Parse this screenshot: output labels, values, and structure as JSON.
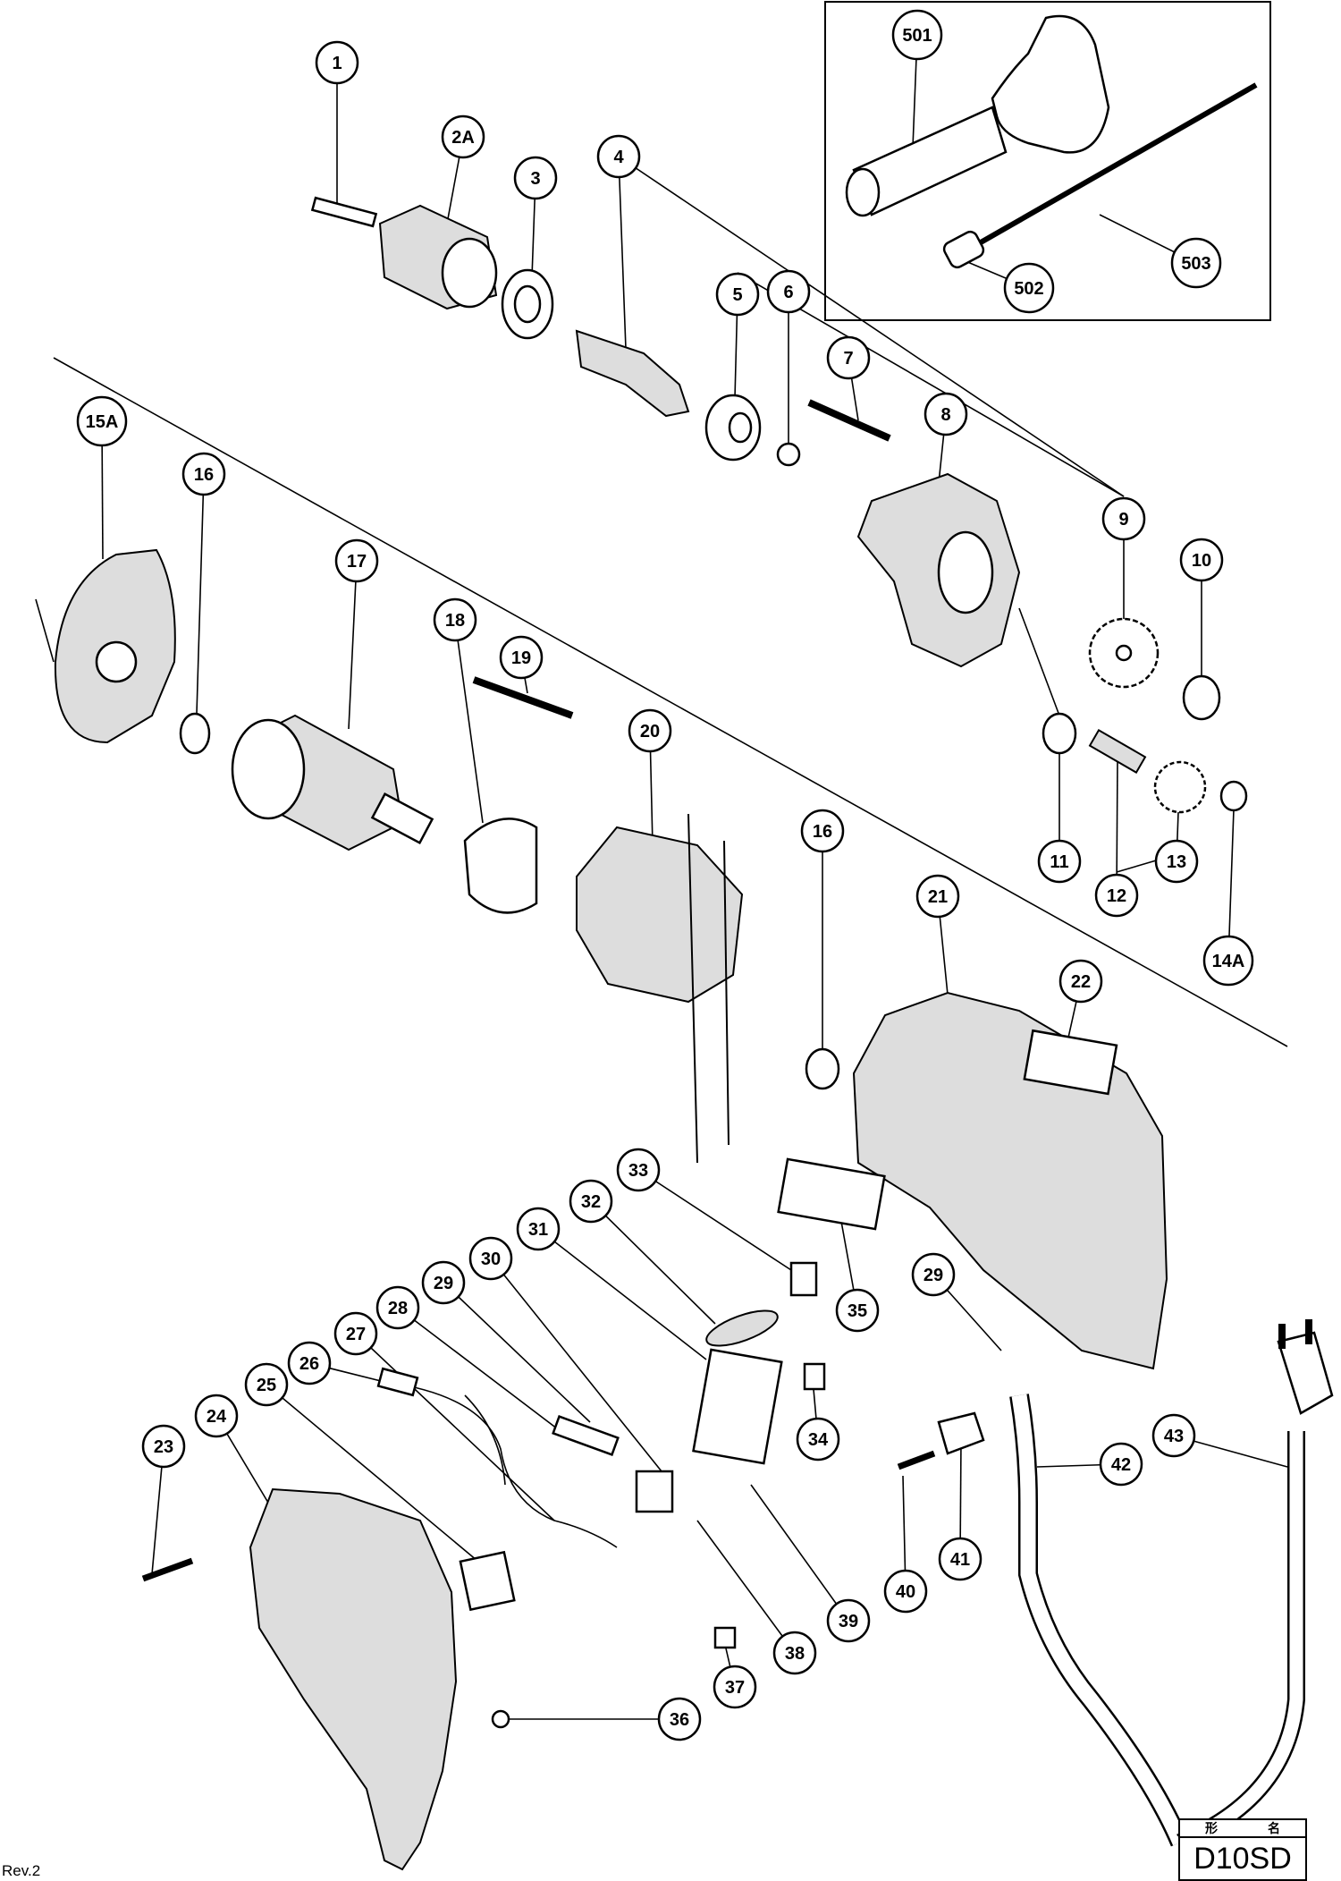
{
  "revision": "Rev.2",
  "model_box": {
    "header_left": "形",
    "header_right": "名",
    "model": "D10SD"
  },
  "callouts": [
    "1",
    "2A",
    "3",
    "4",
    "5",
    "6",
    "7",
    "8",
    "9",
    "10",
    "15A",
    "16",
    "17",
    "18",
    "19",
    "20",
    "16",
    "11",
    "12",
    "13",
    "14A",
    "21",
    "22",
    "33",
    "32",
    "31",
    "30",
    "29",
    "28",
    "27",
    "26",
    "25",
    "24",
    "23",
    "35",
    "34",
    "29",
    "42",
    "43",
    "41",
    "40",
    "39",
    "38",
    "37",
    "36",
    "501",
    "502",
    "503"
  ]
}
